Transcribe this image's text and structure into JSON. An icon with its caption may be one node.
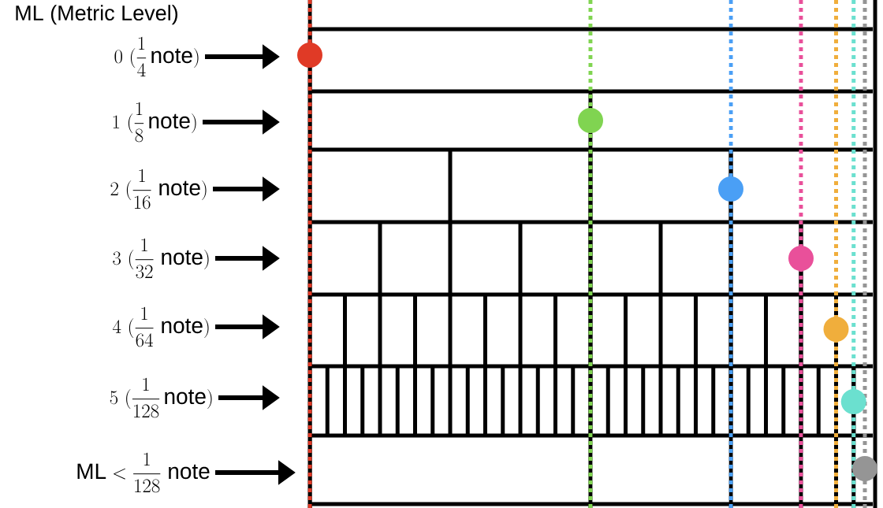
{
  "diagram": {
    "title": "ML (Metric Level)",
    "nodes": [
      {
        "text": [
          "0\\ (\\frac{1}{4}\\,\\mathrm{note})"
        ]
      },
      {
        "text": [
          "1\\ (\\frac{1}{8}\\,\\mathrm{note})"
        ]
      },
      {
        "text": [
          "2\\ (\\frac{1}{16}\\ \\mathrm{note})"
        ]
      },
      {
        "text": [
          "3\\ (\\frac{1}{32}\\ \\mathrm{note})"
        ]
      },
      {
        "text": [
          "4\\ (\\frac{1}{64}\\ \\mathrm{note})"
        ]
      },
      {
        "text": [
          "5\\ (\\frac{1}{128}\\,\\mathrm{note})"
        ]
      },
      {
        "text": [
          "\\mathrm{ML} < \\frac{1}{128}\\ \\mathrm{note}"
        ]
      }
    ],
    "edges": [
      {
        "from": 0,
        "to": null,
        "arrow": "to"
      },
      {
        "from": 1,
        "to": null,
        "arrow": "to"
      },
      {
        "from": 2,
        "to": null,
        "arrow": "to"
      },
      {
        "from": 3,
        "to": null,
        "arrow": "to"
      },
      {
        "from": 4,
        "to": null,
        "arrow": "to"
      },
      {
        "from": 5,
        "to": null,
        "arrow": "to"
      },
      {
        "from": 6,
        "to": null,
        "arrow": "to"
      }
    ]
  }
}
